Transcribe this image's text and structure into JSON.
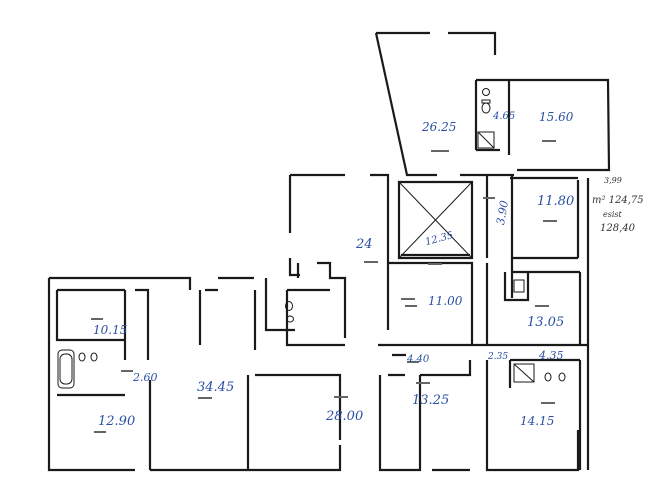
{
  "colors": {
    "wall": "#1a1a1a",
    "handwriting": "#2a4fa3",
    "note": "#333333"
  },
  "rooms": [
    {
      "id": "upper-left-room",
      "area": "26.25"
    },
    {
      "id": "bathroom-upper",
      "area": "4.65"
    },
    {
      "id": "upper-right-room",
      "area": "15.60"
    },
    {
      "id": "stair-hall",
      "area": "12.35"
    },
    {
      "id": "right-bedroom",
      "area": "11.80"
    },
    {
      "id": "corridor-dim",
      "area": "3.90"
    },
    {
      "id": "living-hall",
      "area": "24"
    },
    {
      "id": "center-room",
      "area": "11.00"
    },
    {
      "id": "right-room",
      "area": "13.05"
    },
    {
      "id": "left-top-room",
      "area": "10.15"
    },
    {
      "id": "left-bath",
      "area": "2.60"
    },
    {
      "id": "big-corridor",
      "area": "34.45"
    },
    {
      "id": "left-bottom-room",
      "area": "12.90"
    },
    {
      "id": "bottom-center",
      "area": "28.00"
    },
    {
      "id": "hall-small",
      "area": "4.40"
    },
    {
      "id": "bottom-mid",
      "area": "13.25"
    },
    {
      "id": "wc-small",
      "area": "2.35"
    },
    {
      "id": "bath-lower",
      "area": "4.35"
    },
    {
      "id": "bottom-right",
      "area": "14.15"
    }
  ],
  "notes": {
    "total_top": "3,99",
    "total_m2": "m² 124,75",
    "total_label": "esist",
    "total_value": "128,40"
  }
}
